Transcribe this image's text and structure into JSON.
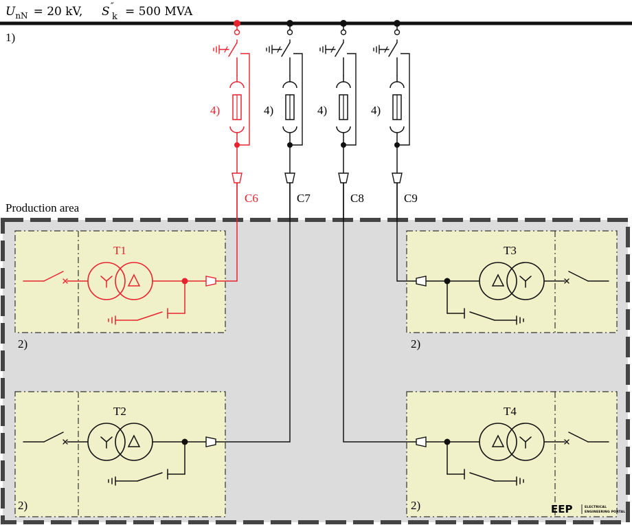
{
  "busbar": {
    "un_symbol": "U",
    "un_sub": "nN",
    "un_value": "= 20 kV,",
    "sk_symbol": "S",
    "sk_prime": "″",
    "sk_sub": "k",
    "sk_value": "= 500 MVA"
  },
  "notes": {
    "busbar_note": "1)",
    "fuse_note": "4)",
    "station_note": "2)"
  },
  "area": {
    "label": "Production area"
  },
  "feeders": [
    {
      "id": "C6",
      "label": "C6",
      "highlighted": true
    },
    {
      "id": "C7",
      "label": "C7",
      "highlighted": false
    },
    {
      "id": "C8",
      "label": "C8",
      "highlighted": false
    },
    {
      "id": "C9",
      "label": "C9",
      "highlighted": false
    }
  ],
  "stations": [
    {
      "id": "T1",
      "label": "T1",
      "highlighted": true
    },
    {
      "id": "T2",
      "label": "T2",
      "highlighted": false
    },
    {
      "id": "T3",
      "label": "T3",
      "highlighted": false
    },
    {
      "id": "T4",
      "label": "T4",
      "highlighted": false
    }
  ],
  "logo": {
    "mark": "EEP",
    "line1": "ELECTRICAL",
    "line2": "ENGINEERING PORTAL"
  },
  "colors": {
    "highlight": "#e8222e",
    "line": "#111111",
    "station_fill": "#f0f0c9",
    "area_fill": "#dcdcdc",
    "area_border": "#444444"
  }
}
